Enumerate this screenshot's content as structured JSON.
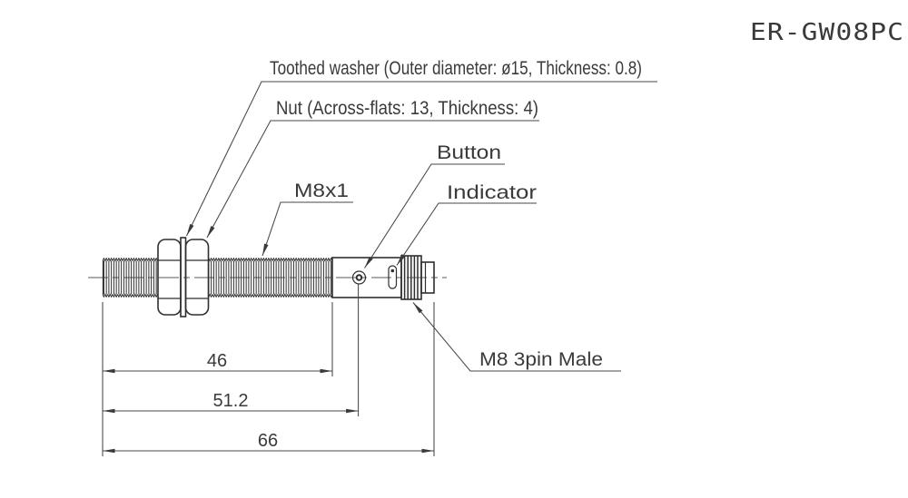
{
  "title": "ER-GW08PC",
  "drawing": {
    "labels": {
      "toothed_washer": "Toothed washer (Outer diameter: ø15, Thickness: 0.8)",
      "nut": "Nut (Across-flats: 13, Thickness: 4)",
      "button": "Button",
      "indicator": "Indicator",
      "thread_spec": "M8x1",
      "connector": "M8 3pin Male"
    },
    "dimensions": {
      "thread_length": "46",
      "button_position": "51.2",
      "overall_length": "66"
    },
    "colors": {
      "line": "#3a3a3a",
      "background": "#ffffff"
    }
  }
}
